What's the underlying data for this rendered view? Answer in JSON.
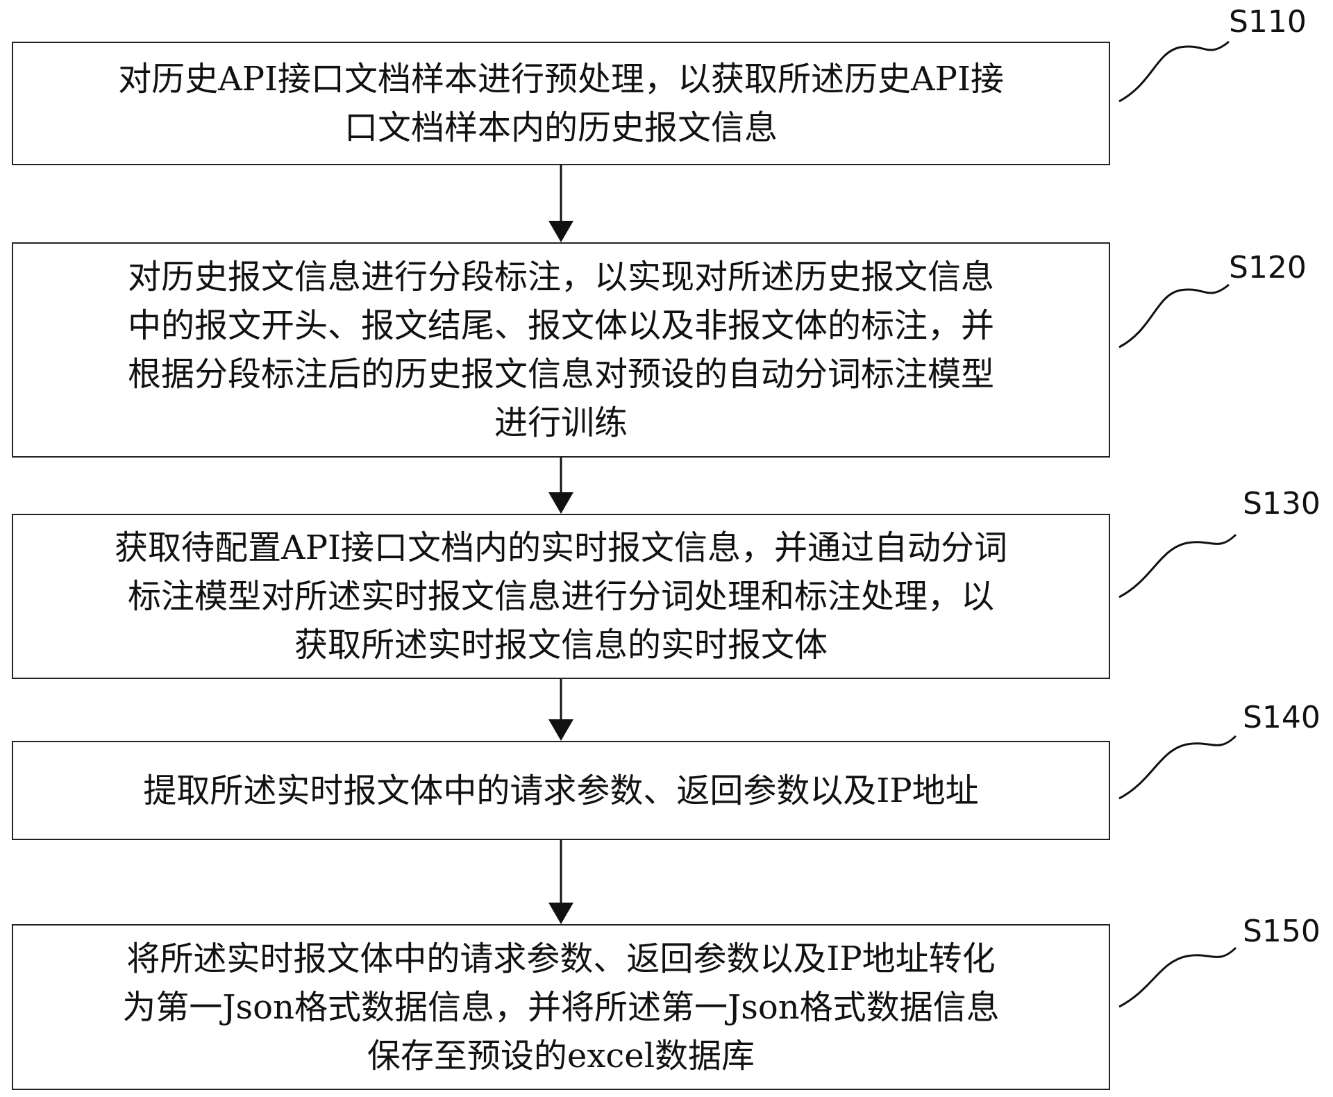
{
  "steps": [
    {
      "id": "S110",
      "label": "S110",
      "lines": [
        "对历史API接口文档样本进行预处理，以获取所述历史API接",
        "口文档样本内的历史报文信息"
      ]
    },
    {
      "id": "S120",
      "label": "S120",
      "lines": [
        "对历史报文信息进行分段标注，以实现对所述历史报文信息",
        "中的报文开头、报文结尾、报文体以及非报文体的标注，并",
        "根据分段标注后的历史报文信息对预设的自动分词标注模型",
        "进行训练"
      ]
    },
    {
      "id": "S130",
      "label": "S130",
      "lines": [
        "获取待配置API接口文档内的实时报文信息，并通过自动分词",
        "标注模型对所述实时报文信息进行分词处理和标注处理，以",
        "获取所述实时报文信息的实时报文体"
      ]
    },
    {
      "id": "S140",
      "label": "S140",
      "lines": [
        "提取所述实时报文体中的请求参数、返回参数以及IP地址"
      ]
    },
    {
      "id": "S150",
      "label": "S150",
      "lines": [
        "将所述实时报文体中的请求参数、返回参数以及IP地址转化",
        "为第一Json格式数据信息，并将所述第一Json格式数据信息",
        "保存至预设的excel数据库"
      ]
    }
  ]
}
